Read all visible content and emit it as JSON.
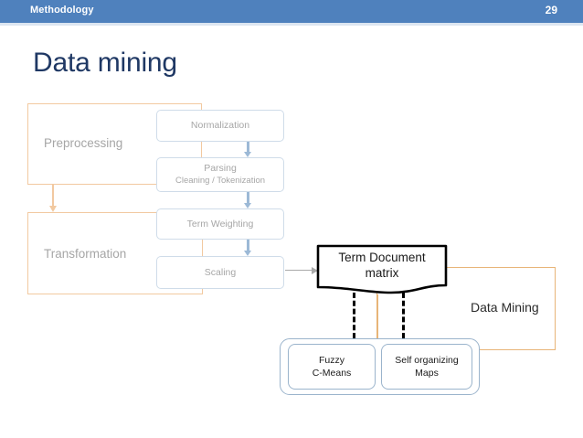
{
  "header": {
    "section_title": "Methodology",
    "page_number": "29",
    "bar_color": "#4f81bd",
    "underline_color": "#dce6f1"
  },
  "slide": {
    "title": "Data mining",
    "title_color": "#1f3864"
  },
  "diagram": {
    "groups": [
      {
        "id": "preprocessing",
        "label": "Preprocessing",
        "border_color": "#f2c9a0"
      },
      {
        "id": "transformation",
        "label": "Transformation",
        "border_color": "#f2c9a0"
      },
      {
        "id": "data-mining",
        "label": "Data Mining",
        "border_color": "#e8b578"
      }
    ],
    "process_steps": [
      {
        "id": "normalization",
        "label": "Normalization",
        "sublabel": ""
      },
      {
        "id": "parsing",
        "label": "Parsing",
        "sublabel": "Cleaning / Tokenization"
      },
      {
        "id": "term-weighting",
        "label": "Term Weighting",
        "sublabel": ""
      },
      {
        "id": "scaling",
        "label": "Scaling",
        "sublabel": ""
      }
    ],
    "document": {
      "label_line1": "Term Document",
      "label_line2": "matrix"
    },
    "algorithms": [
      {
        "id": "fuzzy-c-means",
        "line1": "Fuzzy",
        "line2": "C-Means"
      },
      {
        "id": "self-organizing-maps",
        "line1": "Self organizing",
        "line2": "Maps"
      }
    ],
    "colors": {
      "process_box_border": "#cfdce9",
      "process_text": "#a6a6a6",
      "blue_arrow": "#9cb9d6",
      "gray_arrow": "#a9a9a9",
      "dashed_arrow": "#000000",
      "algorithm_border": "#9bb4cc"
    }
  }
}
